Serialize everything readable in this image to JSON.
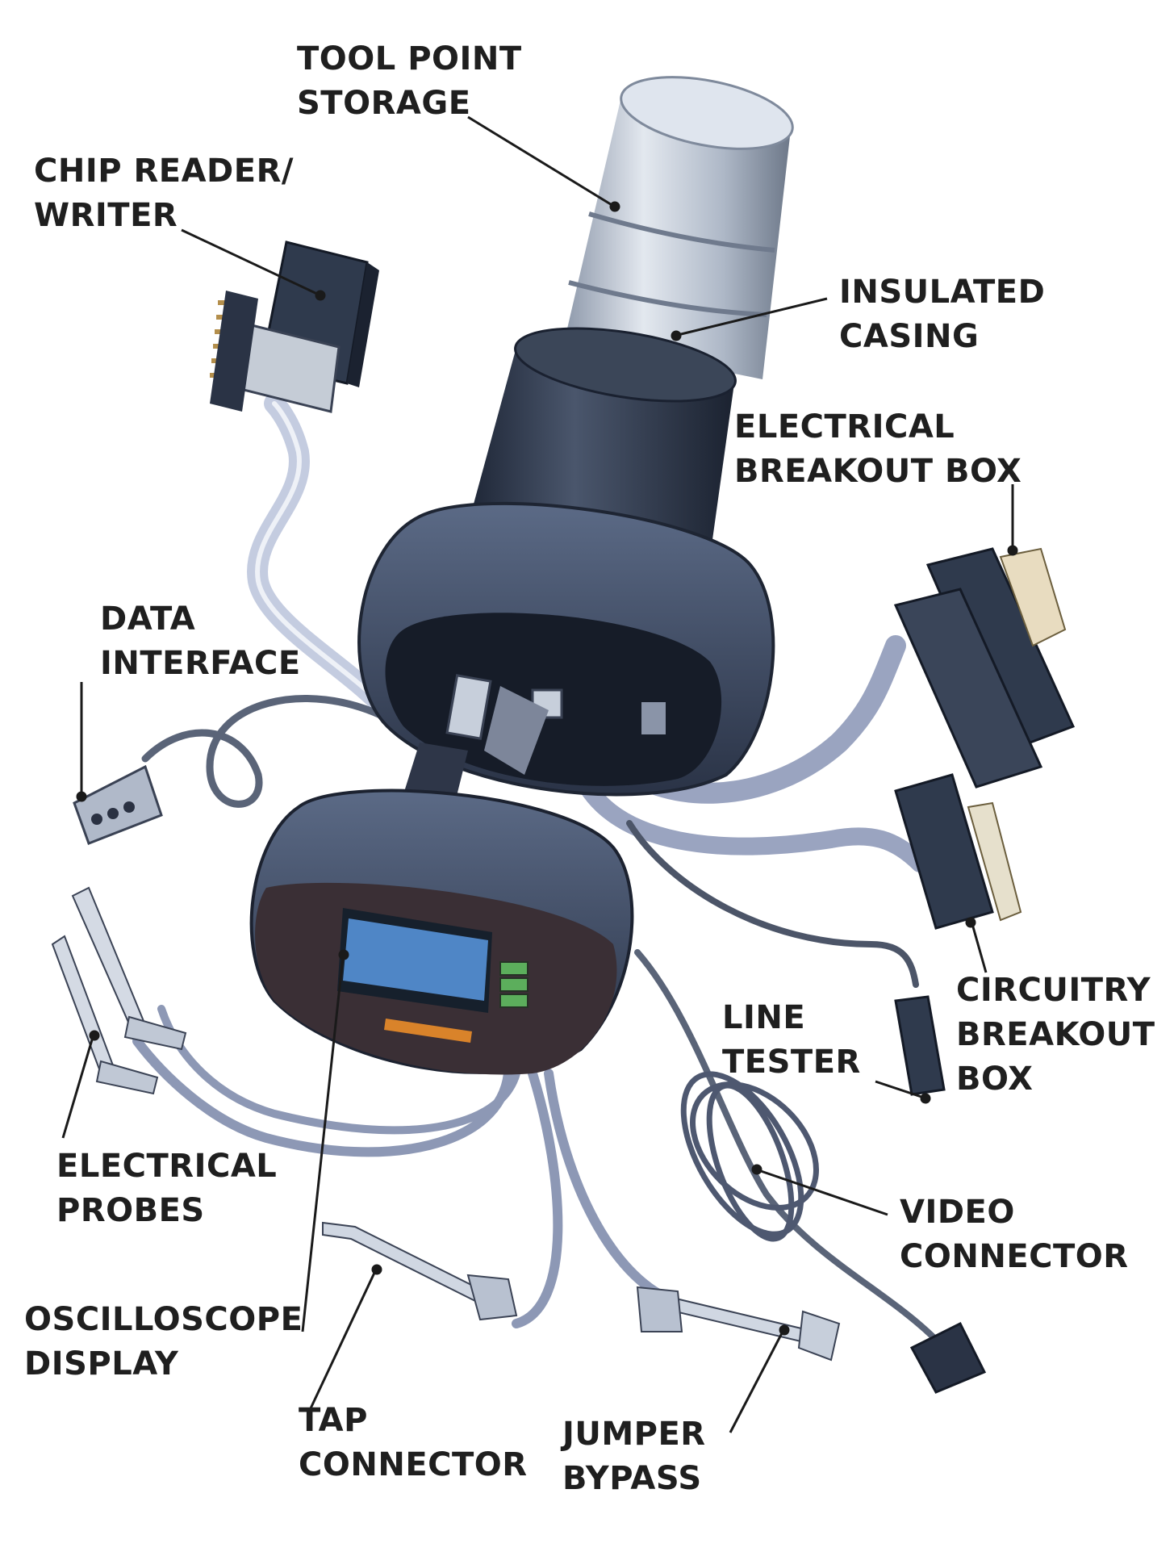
{
  "colors": {
    "line": "#1a1a1a",
    "casing_silver": "#c9d1dc",
    "body_dark": "#2f3a4d",
    "cable": "#8d98b5",
    "screen": "#4f86c6",
    "buttons": "#5cae5c",
    "slot": "#d9832a"
  },
  "labels": {
    "tool_point_storage": [
      "TOOL POINT",
      "STORAGE"
    ],
    "chip_reader_writer": [
      "CHIP READER/",
      "WRITER"
    ],
    "insulated_casing": [
      "INSULATED",
      "CASING"
    ],
    "electrical_breakout_box": [
      "ELECTRICAL",
      "BREAKOUT BOX"
    ],
    "data_interface": [
      "DATA",
      "INTERFACE"
    ],
    "circuitry_breakout_box": [
      "CIRCUITRY",
      "BREAKOUT",
      "BOX"
    ],
    "line_tester": [
      "LINE",
      "TESTER"
    ],
    "electrical_probes": [
      "ELECTRICAL",
      "PROBES"
    ],
    "video_connector": [
      "VIDEO",
      "CONNECTOR"
    ],
    "oscilloscope_display": [
      "OSCILLOSCOPE",
      "DISPLAY"
    ],
    "tap_connector": [
      "TAP",
      "CONNECTOR"
    ],
    "jumper_bypass": [
      "JUMPER",
      "BYPASS"
    ]
  }
}
